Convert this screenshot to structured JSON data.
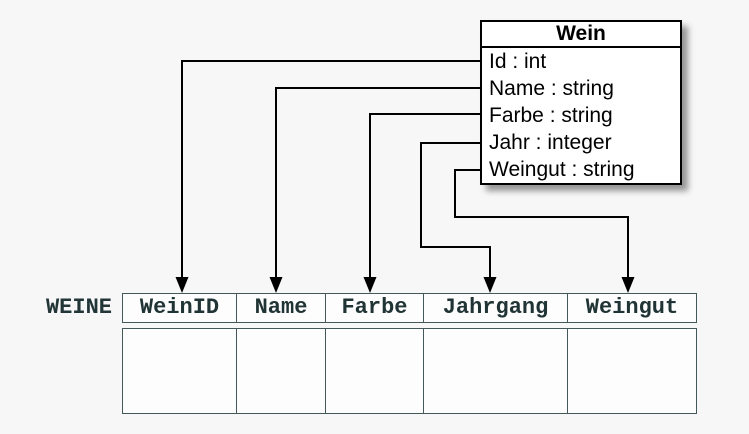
{
  "uml_class": {
    "title": "Wein",
    "attributes": [
      "Id : int",
      "Name : string",
      "Farbe : string",
      "Jahr : integer",
      "Weingut : string"
    ]
  },
  "table": {
    "label": "WEINE",
    "columns": [
      "WeinID",
      "Name",
      "Farbe",
      "Jahrgang",
      "Weingut"
    ]
  },
  "mappings": [
    {
      "from": "Id",
      "to": "WeinID"
    },
    {
      "from": "Name",
      "to": "Name"
    },
    {
      "from": "Farbe",
      "to": "Farbe"
    },
    {
      "from": "Jahr",
      "to": "Jahrgang"
    },
    {
      "from": "Weingut",
      "to": "Weingut"
    }
  ],
  "colors": {
    "background": "#f7f7f7",
    "connector": "#000000",
    "class_fill": "#ffffff",
    "class_border": "#000000",
    "table_border": "#44575a",
    "table_text": "#213435"
  }
}
